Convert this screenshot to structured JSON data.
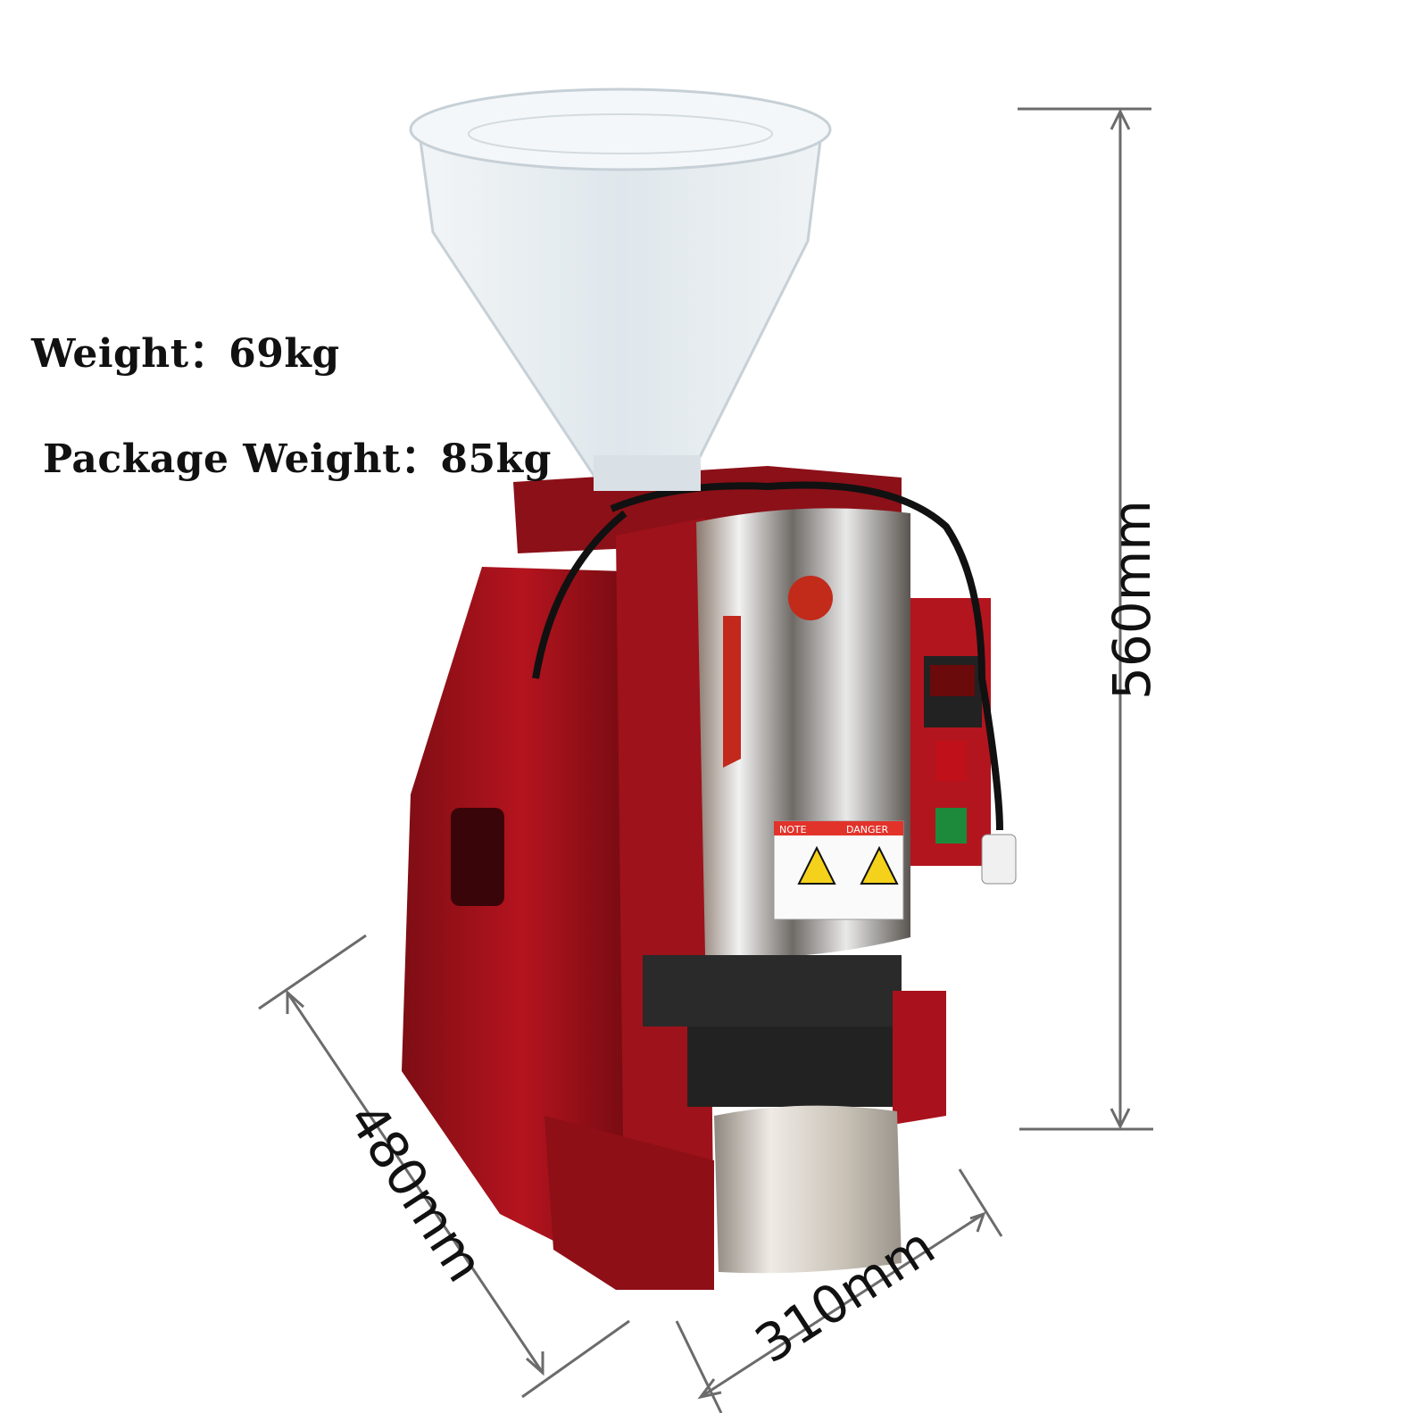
{
  "specs": {
    "weight": "Weight：69kg",
    "package_weight": "Package Weight：85kg"
  },
  "dimensions": {
    "height": "560mm",
    "depth": "480mm",
    "width": "310mm"
  },
  "warning_label": {
    "note": "NOTE",
    "danger": "DANGER"
  },
  "colors": {
    "body_red": "#a3121a",
    "steel": "#d9d9d9",
    "hopper": "#e8eef2"
  }
}
